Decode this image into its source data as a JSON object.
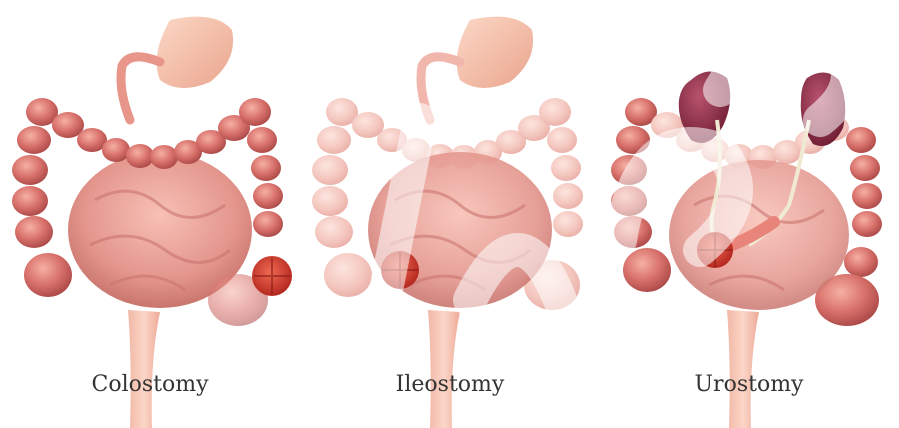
{
  "panels": [
    {
      "id": "colostomy",
      "caption": "Colostomy"
    },
    {
      "id": "ileostomy",
      "caption": "Ileostomy"
    },
    {
      "id": "urostomy",
      "caption": "Urostomy"
    }
  ],
  "colors": {
    "colon": "#c9605a",
    "colon_highlight": "#f2a69c",
    "colon_faded": "#f4c9c2",
    "small_intestine": "#e89a8f",
    "stomach": "#f5c2aa",
    "stoma": "#d0362a",
    "kidney": "#8c2a45",
    "ureter": "#f1ead2",
    "caption_text": "#333333"
  }
}
